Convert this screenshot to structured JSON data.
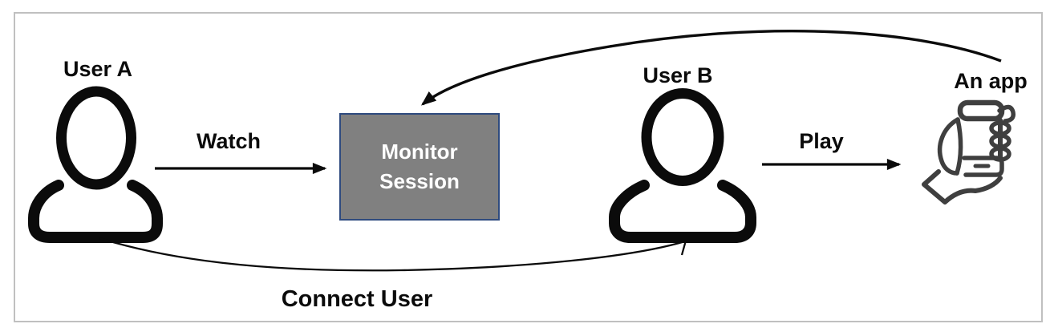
{
  "diagram": {
    "title": "",
    "nodes": {
      "user_a": {
        "label": "User A",
        "icon": "person-icon"
      },
      "user_b": {
        "label": "User B",
        "icon": "person-icon"
      },
      "monitor_session": {
        "label": "Monitor\nSession",
        "shape": "gray-box"
      },
      "an_app": {
        "label": "An app",
        "icon": "hand-holding-phone-icon"
      }
    },
    "edges": {
      "watch": {
        "label": "Watch",
        "from": "User A",
        "to": "Monitor Session"
      },
      "play": {
        "label": "Play",
        "from": "User B",
        "to": "An app"
      },
      "connect_user": {
        "label": "Connect User",
        "from": "User A",
        "to": "User B"
      },
      "app_feedback": {
        "label": "",
        "from": "An app",
        "to": "Monitor Session"
      }
    },
    "colors": {
      "ink": "#0b0b0b",
      "box_fill": "#808080",
      "box_border": "#2e4a7e",
      "box_text": "#ffffff",
      "frame_border": "#c0c0c0",
      "app_icon": "#3f3f3f",
      "background": "#ffffff"
    }
  }
}
